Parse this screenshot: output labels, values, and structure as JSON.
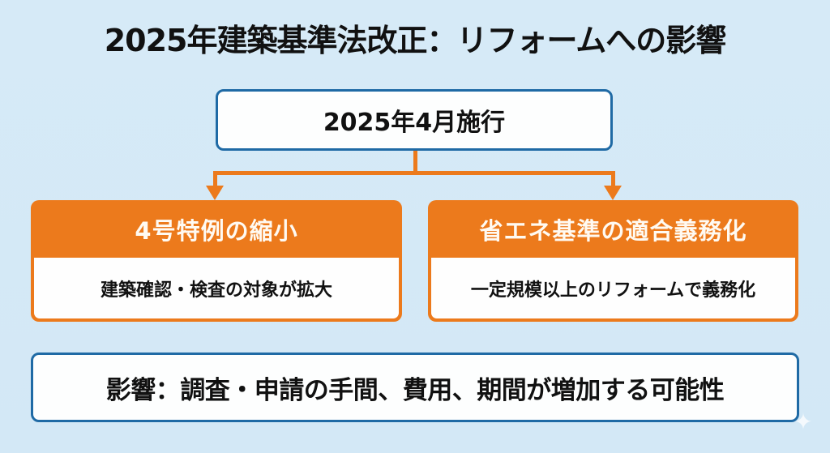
{
  "title": "2025年建築基準法改正：リフォームへの影響",
  "top_box": {
    "label": "2025年4月施行"
  },
  "cards": [
    {
      "header": "4号特例の縮小",
      "body": "建築確認・検査の対象が拡大"
    },
    {
      "header": "省エネ基準の適合義務化",
      "body": "一定規模以上のリフォームで義務化"
    }
  ],
  "bottom_box": {
    "label": "影響：調査・申請の手間、費用、期間が増加する可能性"
  },
  "icons": {
    "watermark": "sparkle-icon",
    "watermark_glyph": "✦"
  },
  "colors": {
    "background": "#d6eaf7",
    "blue_border": "#1f6aa5",
    "orange_accent": "#ec7a1c",
    "text": "#111111",
    "header_text": "#fffaf2"
  }
}
